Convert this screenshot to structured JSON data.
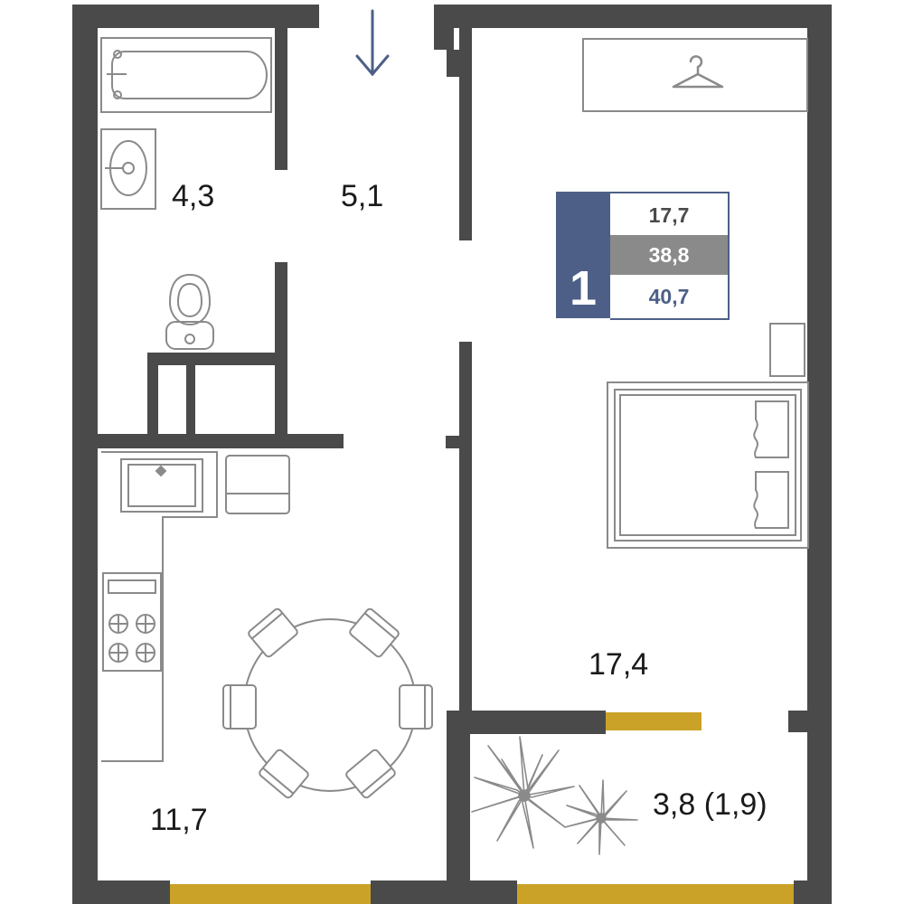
{
  "plan": {
    "rooms": {
      "bathroom_area": "4,3",
      "hall_area": "5,1",
      "bedroom_area": "17,4",
      "kitchen_area": "11,7",
      "balcony_area": "3,8 (1,9)"
    },
    "info": {
      "rooms_count": "1",
      "living_area": "17,7",
      "total_area": "38,8",
      "total_with_balcony": "40,7"
    },
    "icons": [
      "entrance-arrow-icon",
      "hanger-icon",
      "bathtub-icon",
      "sink-icon",
      "toilet-icon",
      "bed-icon",
      "stove-icon",
      "dining-table-icon",
      "plant-icon"
    ],
    "colors": {
      "wall": "#4a4a4a",
      "window": "#c9a227",
      "accent": "#4e5f87",
      "furniture": "#8a8a8a"
    }
  }
}
